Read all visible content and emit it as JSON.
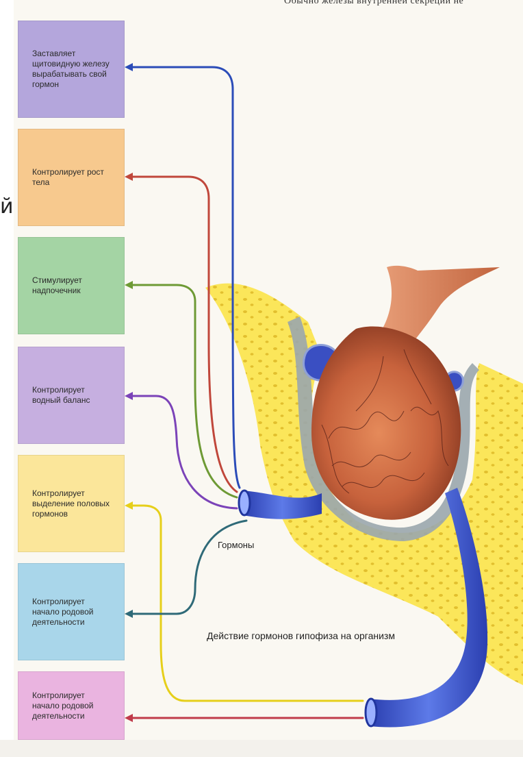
{
  "header_fragment": "Обычно железы внутренней секреции не",
  "side_fragment": "й",
  "boxes": [
    {
      "text": "Заставляет щитовидную железу вырабатывать свой гормон",
      "color": "#b4a6dc"
    },
    {
      "text": "Контролирует рост тела",
      "color": "#f7c98e"
    },
    {
      "text": "Стимулирует надпочечник",
      "color": "#a4d4a4"
    },
    {
      "text": "Контролирует водный баланс",
      "color": "#c6afe0"
    },
    {
      "text": "Контролирует выделение половых гормонов",
      "color": "#fbe69a"
    },
    {
      "text": "Контролирует начало родовой деятельности",
      "color": "#a9d6ea"
    },
    {
      "text": "Контролирует начало родовой деятельности",
      "color": "#eab4e0"
    }
  ],
  "arrow_colors": [
    "#2b4cb8",
    "#c0473b",
    "#6e9a35",
    "#7b43b8",
    "#e6cf1a",
    "#2f6a78",
    "#c03b4a"
  ],
  "hormones_label": "Гормоны",
  "caption": "Действие гормонов гипофиза на организм"
}
